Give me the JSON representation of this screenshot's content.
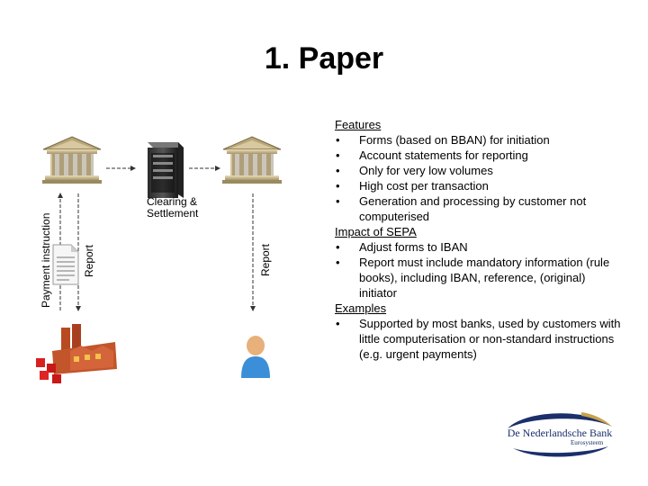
{
  "title": "1. Paper",
  "diagram": {
    "labels": {
      "payment_instruction": "Payment instruction",
      "report_left": "Report",
      "report_right": "Report",
      "clearing_line1": "Clearing &",
      "clearing_line2": "Settlement"
    },
    "icons": [
      "bank-icon",
      "server-icon",
      "bank-icon",
      "document-icon",
      "factory-icon",
      "person-icon"
    ]
  },
  "features": {
    "heading": "Features",
    "items": [
      "Forms (based on BBAN) for initiation",
      "Account statements for reporting",
      "Only for very low volumes",
      "High cost per transaction",
      "Generation and processing by customer not computerised"
    ]
  },
  "impact": {
    "heading": "Impact of SEPA",
    "items": [
      "Adjust forms to IBAN",
      "Report must include mandatory information (rule books), including IBAN, reference, (original) initiator"
    ]
  },
  "examples": {
    "heading": "Examples",
    "items": [
      "Supported by most banks, used by customers with little computerisation or non-standard instructions (e.g. urgent payments)"
    ]
  },
  "logo": {
    "name": "De Nederlandsche Bank",
    "subtitle": "Eurosysteem",
    "colors": {
      "navy": "#1b2f6b",
      "gold": "#c8a24a"
    }
  },
  "bullet": "•"
}
